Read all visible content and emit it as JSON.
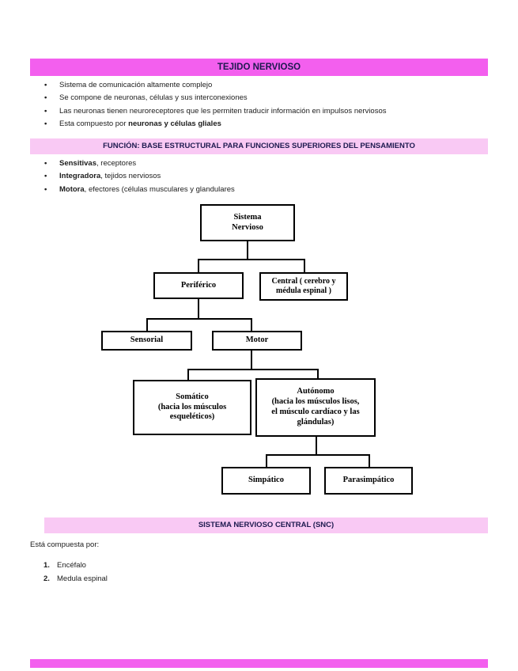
{
  "colors": {
    "magenta_bar": "#f35fee",
    "light_pink_bar": "#f9c9f4",
    "bar_text": "#1d1a4f",
    "body_text": "#1c1c1c",
    "diagram_line": "#000000"
  },
  "header": {
    "title": "TEJIDO NERVIOSO"
  },
  "intro": {
    "bullet_glyph": "•",
    "bullets": [
      {
        "text": "Sistema de comunicación altamente complejo"
      },
      {
        "text": "Se compone de neuronas, células y sus interconexiones"
      },
      {
        "text": "Las neuronas tienen neuroreceptores que les permiten traducir información en impulsos nerviosos"
      },
      {
        "pre": "Esta compuesto por ",
        "bold": "neuronas y células gliales"
      }
    ]
  },
  "funcion": {
    "bar": "FUNCIÓN: BASE ESTRUCTURAL PARA FUNCIONES SUPERIORES DEL PENSAMIENTO",
    "bullets": [
      {
        "bold": "Sensitivas",
        "rest": ", receptores"
      },
      {
        "bold": "Integradora",
        "rest": ", tejidos nerviosos"
      },
      {
        "bold": "Motora",
        "rest": ", efectores (células musculares y glandulares"
      }
    ]
  },
  "diagram": {
    "nodes": {
      "sistema": {
        "lines": [
          "Sistema",
          "Nervioso"
        ]
      },
      "periferico": {
        "lines": [
          "Periférico"
        ]
      },
      "central": {
        "lines": [
          "Central ( cerebro y",
          "médula espinal )"
        ]
      },
      "sensorial": {
        "lines": [
          "Sensorial"
        ]
      },
      "motor": {
        "lines": [
          "Motor"
        ]
      },
      "somatico": {
        "lines": [
          "Somático",
          "(hacia los músculos",
          "esqueléticos)"
        ]
      },
      "autonomo": {
        "lines": [
          "Autónomo",
          "(hacia los músculos lisos,",
          "el músculo cardíaco y las",
          "glándulas)"
        ]
      },
      "simpatico": {
        "lines": [
          "Simpático"
        ]
      },
      "parasimpatico": {
        "lines": [
          "Parasimpático"
        ]
      }
    }
  },
  "snc": {
    "bar": "SISTEMA NERVIOSO CENTRAL (SNC)",
    "intro": "Está compuesta por:",
    "items": [
      {
        "num": "1.",
        "text": "Encéfalo"
      },
      {
        "num": "2.",
        "text": "Medula espinal"
      }
    ]
  }
}
